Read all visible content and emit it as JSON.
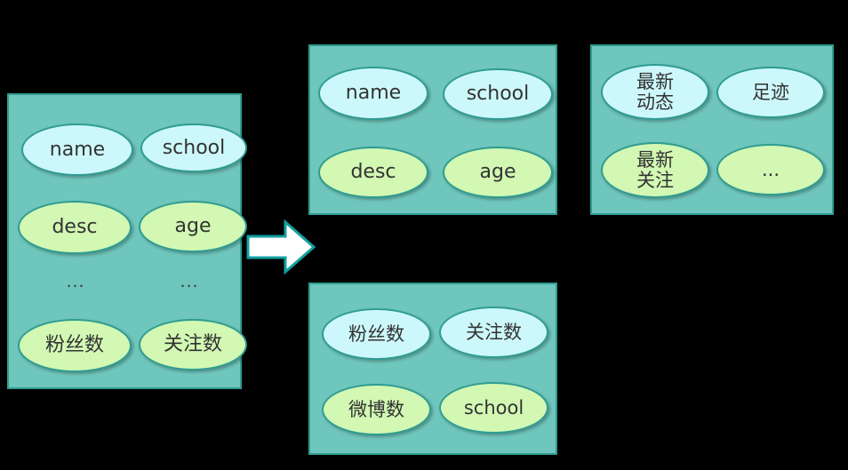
{
  "diagram": {
    "background_color": "#000000",
    "panel_fill": "#6fc6bc",
    "panel_stroke": "#2f9d92",
    "ellipse_cyan": "#cdf8fb",
    "ellipse_green": "#d2f8b3",
    "text_color": "#333333"
  },
  "arrow": {
    "name": "right-arrow",
    "direction": "right",
    "fill": "#ffffff",
    "stroke": "#12a0a0"
  },
  "panels": {
    "source": {
      "name": "source-fields-panel",
      "nodes": [
        {
          "label": "name",
          "color": "cyan"
        },
        {
          "label": "school",
          "color": "cyan"
        },
        {
          "label": "desc",
          "color": "green"
        },
        {
          "label": "age",
          "color": "green"
        },
        {
          "label": "粉丝数",
          "color": "green"
        },
        {
          "label": "关注数",
          "color": "green"
        }
      ],
      "ellipsis": [
        "...",
        "..."
      ]
    },
    "profile": {
      "name": "profile-fields-panel",
      "nodes": [
        {
          "label": "name",
          "color": "cyan"
        },
        {
          "label": "school",
          "color": "cyan"
        },
        {
          "label": "desc",
          "color": "green"
        },
        {
          "label": "age",
          "color": "green"
        }
      ]
    },
    "feed": {
      "name": "feed-fields-panel",
      "nodes": [
        {
          "label": "最新\n动态",
          "color": "cyan"
        },
        {
          "label": "足迹",
          "color": "cyan"
        },
        {
          "label": "最新\n关注",
          "color": "green"
        },
        {
          "label": "...",
          "color": "green"
        }
      ]
    },
    "stats": {
      "name": "stats-fields-panel",
      "nodes": [
        {
          "label": "粉丝数",
          "color": "cyan"
        },
        {
          "label": "关注数",
          "color": "cyan"
        },
        {
          "label": "微博数",
          "color": "green"
        },
        {
          "label": "school",
          "color": "green"
        }
      ]
    }
  }
}
